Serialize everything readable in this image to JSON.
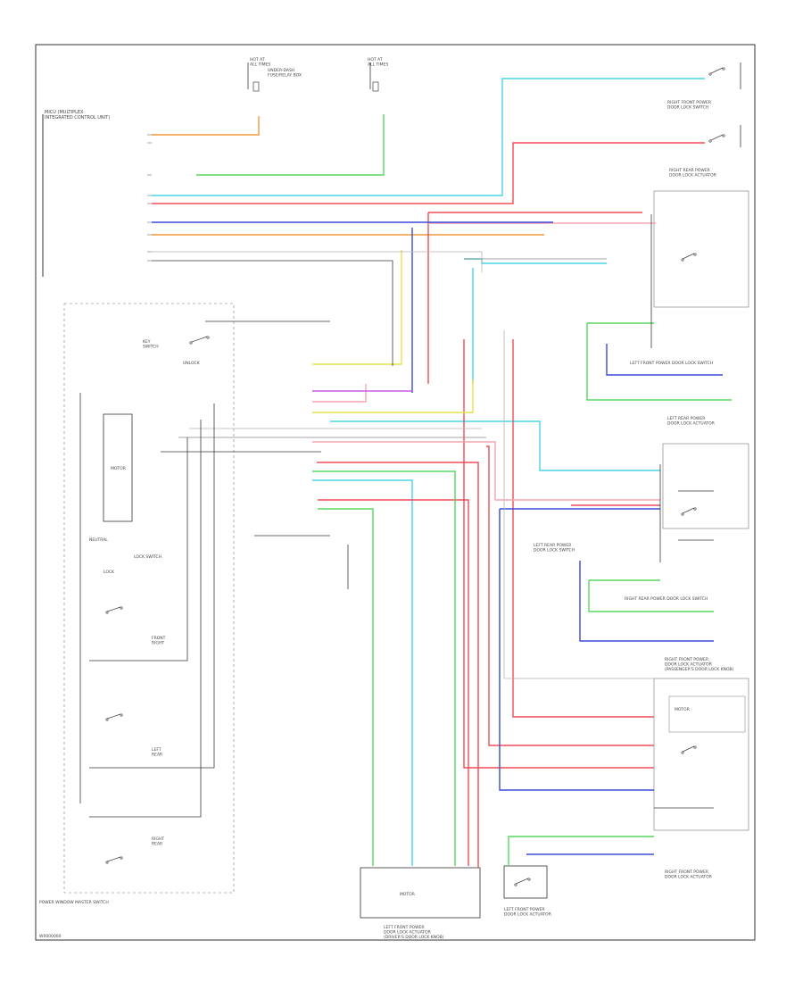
{
  "diagram": {
    "footer_code": "W0000000",
    "colors": {
      "orange": "#f39a3b",
      "cyan": "#48d3e6",
      "red": "#ef4d58",
      "pink": "#f4a6ad",
      "blue": "#3b4ad8",
      "green": "#57d95e",
      "violet": "#c35ce0",
      "yellow": "#e7e24a",
      "gray": "#b5b5b5",
      "black": "#3a3a3a"
    },
    "labels": {
      "hot_at_all_times_1": "HOT AT\nALL TIMES",
      "hot_at_all_times_2": "HOT AT\nALL TIMES",
      "under_dash_box": "UNDER-DASH\nFUSE/RELAY BOX",
      "ecu_title": "MICU (MULTIPLEX\nINTEGRATED CONTROL UNIT)",
      "power_window_master": "POWER WINDOW MASTER SWITCH",
      "lock_switch": "LOCK SWITCH",
      "motor": "MOTOR",
      "front_left_door": "LEFT FRONT POWER\nDOOR LOCK ACTUATOR",
      "front_right_door": "RIGHT FRONT POWER\nDOOR LOCK ACTUATOR",
      "rear_left_door": "LEFT REAR POWER\nDOOR LOCK ACTUATOR",
      "rear_right_door": "RIGHT REAR POWER\nDOOR LOCK ACTUATOR",
      "driver_door_lock_actuator": "LEFT FRONT POWER\nDOOR LOCK ACTUATOR\n(DRIVER'S DOOR LOCK KNOB)",
      "passenger_door_lock_actuator": "RIGHT FRONT POWER\nDOOR LOCK ACTUATOR\n(PASSENGER'S DOOR LOCK KNOB)",
      "right_front_lock_switch": "RIGHT FRONT POWER\nDOOR LOCK SWITCH",
      "left_front_lock_switch": "LEFT FRONT POWER DOOR LOCK SWITCH",
      "right_rear_lock_switch": "RIGHT REAR POWER DOOR LOCK SWITCH",
      "left_rear_lock_switch": "LEFT REAR POWER\nDOOR LOCK SWITCH",
      "key_switch": "KEY\nSWITCH",
      "lock": "LOCK",
      "unlock": "UNLOCK",
      "neutral": "NEUTRAL",
      "front_right": "FRONT\nRIGHT",
      "left_rear": "LEFT\nREAR",
      "right_rear": "RIGHT\nREAR",
      "motor_center": "MOTOR"
    }
  }
}
